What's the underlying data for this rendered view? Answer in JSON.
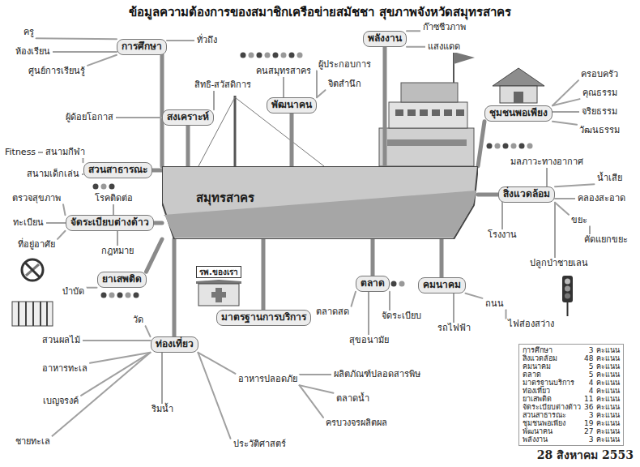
{
  "diagram": {
    "title": "ข้อมูลความต้องการของสมาชิกเครือข่ายสมัชชา สุขภาพจังหวัดสมุทรสาคร",
    "nodes": [
      {
        "text": [
          "สมุทรสาคร"
        ]
      },
      {
        "text": [
          "การศึกษา"
        ]
      },
      {
        "text": [
          "ครู"
        ]
      },
      {
        "text": [
          "ห้องเรียน"
        ]
      },
      {
        "text": [
          "ศูนย์การเรียนรู้"
        ]
      },
      {
        "text": [
          "ทั่วถึง"
        ]
      },
      {
        "text": [
          "สงเคราะห์"
        ]
      },
      {
        "text": [
          "สิทธิ-สวัสดิการ"
        ]
      },
      {
        "text": [
          "ผู้ด้อยโอกาส"
        ]
      },
      {
        "text": [
          "พัฒนาคน"
        ]
      },
      {
        "text": [
          "ผู้ประกอบการ"
        ]
      },
      {
        "text": [
          "จิตสำนึก"
        ]
      },
      {
        "text": [
          "คนสมุทรสาคร"
        ]
      },
      {
        "text": [
          "พลังงาน"
        ]
      },
      {
        "text": [
          "ก๊าซชีวภาพ"
        ]
      },
      {
        "text": [
          "แสงแดด"
        ]
      },
      {
        "text": [
          "ชุมชนพอเพียง"
        ]
      },
      {
        "text": [
          "ครอบครัว"
        ]
      },
      {
        "text": [
          "คุณธรรม"
        ]
      },
      {
        "text": [
          "จริยธรรม"
        ]
      },
      {
        "text": [
          "วัฒนธรรม"
        ]
      },
      {
        "text": [
          "สิ่งแวดล้อม"
        ]
      },
      {
        "text": [
          "มลภาวะทางอากาศ"
        ]
      },
      {
        "text": [
          "น้ำเสีย"
        ]
      },
      {
        "text": [
          "คลองสะอาด"
        ]
      },
      {
        "text": [
          "ขยะ"
        ]
      },
      {
        "text": [
          "คัดแยกขยะ"
        ]
      },
      {
        "text": [
          "ปลูกป่าชายเลน"
        ]
      },
      {
        "text": [
          "โรงงาน"
        ]
      },
      {
        "text": [
          "คมนาคม"
        ]
      },
      {
        "text": [
          "ถนน"
        ]
      },
      {
        "text": [
          "ไฟส่องสว่าง"
        ]
      },
      {
        "text": [
          "รถไฟฟ้า"
        ]
      },
      {
        "text": [
          "ตลาด"
        ]
      },
      {
        "text": [
          "ตลาดสด"
        ]
      },
      {
        "text": [
          "จัดระเบียบ"
        ]
      },
      {
        "text": [
          "สุขอนามัย"
        ]
      },
      {
        "text": [
          "มาตรฐานการบริการ"
        ]
      },
      {
        "text": [
          "รพ.ของเรา"
        ]
      },
      {
        "text": [
          "ท่องเที่ยว"
        ]
      },
      {
        "text": [
          "วัด"
        ]
      },
      {
        "text": [
          "สวนผลไม้"
        ]
      },
      {
        "text": [
          "อาหารทะเล"
        ]
      },
      {
        "text": [
          "เบญจรงค์"
        ]
      },
      {
        "text": [
          "ชายทะเล"
        ]
      },
      {
        "text": [
          "ริมน้ำ"
        ]
      },
      {
        "text": [
          "ประวัติศาสตร์"
        ]
      },
      {
        "text": [
          "อาหารปลอดภัย"
        ]
      },
      {
        "text": [
          "ผลิตภัณฑ์ปลอดสารพิษ"
        ]
      },
      {
        "text": [
          "ตลาดน้ำ"
        ]
      },
      {
        "text": [
          "ครบวงจรผลิตผล"
        ]
      },
      {
        "text": [
          "สวนสาธารณะ"
        ]
      },
      {
        "text": [
          "สนามกีฬา"
        ]
      },
      {
        "text": [
          "สนามเด็กเล่น"
        ]
      },
      {
        "text": [
          "Fitness"
        ]
      },
      {
        "text": [
          "จัดระเบียบต่างด้าว"
        ]
      },
      {
        "text": [
          "ตรวจสุขภาพ"
        ]
      },
      {
        "text": [
          "โรคติดต่อ"
        ]
      },
      {
        "text": [
          "ทะเบียน"
        ]
      },
      {
        "text": [
          "ที่อยู่อาศัย"
        ]
      },
      {
        "text": [
          "กฎหมาย"
        ]
      },
      {
        "text": [
          "ยาเสพติด"
        ]
      },
      {
        "text": [
          "บำบัด"
        ]
      }
    ],
    "edges": [
      {
        "from": 0,
        "to": 1,
        "arrow": "none"
      },
      {
        "from": 1,
        "to": 2,
        "arrow": "none"
      },
      {
        "from": 1,
        "to": 3,
        "arrow": "none"
      },
      {
        "from": 1,
        "to": 4,
        "arrow": "none"
      },
      {
        "from": 1,
        "to": 5,
        "arrow": "none"
      },
      {
        "from": 0,
        "to": 6,
        "arrow": "none"
      },
      {
        "from": 6,
        "to": 7,
        "arrow": "none"
      },
      {
        "from": 6,
        "to": 8,
        "arrow": "none"
      },
      {
        "from": 0,
        "to": 9,
        "arrow": "none"
      },
      {
        "from": 9,
        "to": 10,
        "arrow": "none"
      },
      {
        "from": 9,
        "to": 11,
        "arrow": "none"
      },
      {
        "from": 9,
        "to": 12,
        "arrow": "none"
      },
      {
        "from": 0,
        "to": 13,
        "arrow": "none"
      },
      {
        "from": 13,
        "to": 14,
        "arrow": "none"
      },
      {
        "from": 13,
        "to": 15,
        "arrow": "none"
      },
      {
        "from": 0,
        "to": 16,
        "arrow": "none"
      },
      {
        "from": 16,
        "to": 17,
        "arrow": "none"
      },
      {
        "from": 16,
        "to": 18,
        "arrow": "none"
      },
      {
        "from": 16,
        "to": 19,
        "arrow": "none"
      },
      {
        "from": 16,
        "to": 20,
        "arrow": "none"
      },
      {
        "from": 0,
        "to": 21,
        "arrow": "none"
      },
      {
        "from": 21,
        "to": 22,
        "arrow": "none"
      },
      {
        "from": 21,
        "to": 23,
        "arrow": "none"
      },
      {
        "from": 21,
        "to": 24,
        "arrow": "none"
      },
      {
        "from": 21,
        "to": 25,
        "arrow": "none"
      },
      {
        "from": 25,
        "to": 26,
        "arrow": "none"
      },
      {
        "from": 21,
        "to": 27,
        "arrow": "none"
      },
      {
        "from": 21,
        "to": 28,
        "arrow": "none"
      },
      {
        "from": 0,
        "to": 29,
        "arrow": "none"
      },
      {
        "from": 29,
        "to": 30,
        "arrow": "none"
      },
      {
        "from": 30,
        "to": 31,
        "arrow": "none"
      },
      {
        "from": 29,
        "to": 32,
        "arrow": "none"
      },
      {
        "from": 0,
        "to": 33,
        "arrow": "none"
      },
      {
        "from": 33,
        "to": 34,
        "arrow": "none"
      },
      {
        "from": 33,
        "to": 35,
        "arrow": "none"
      },
      {
        "from": 33,
        "to": 36,
        "arrow": "none"
      },
      {
        "from": 0,
        "to": 37,
        "arrow": "none"
      },
      {
        "from": 0,
        "to": 39,
        "arrow": "none"
      },
      {
        "from": 39,
        "to": 40,
        "arrow": "none"
      },
      {
        "from": 39,
        "to": 41,
        "arrow": "none"
      },
      {
        "from": 39,
        "to": 42,
        "arrow": "none"
      },
      {
        "from": 39,
        "to": 43,
        "arrow": "none"
      },
      {
        "from": 39,
        "to": 44,
        "arrow": "none"
      },
      {
        "from": 39,
        "to": 45,
        "arrow": "none"
      },
      {
        "from": 39,
        "to": 46,
        "arrow": "none"
      },
      {
        "from": 39,
        "to": 47,
        "arrow": "none"
      },
      {
        "from": 47,
        "to": 48,
        "arrow": "none"
      },
      {
        "from": 47,
        "to": 49,
        "arrow": "none"
      },
      {
        "from": 47,
        "to": 50,
        "arrow": "none"
      },
      {
        "from": 0,
        "to": 51,
        "arrow": "none"
      },
      {
        "from": 51,
        "to": 52,
        "arrow": "none"
      },
      {
        "from": 52,
        "to": 54,
        "arrow": "none"
      },
      {
        "from": 51,
        "to": 53,
        "arrow": "none"
      },
      {
        "from": 0,
        "to": 55,
        "arrow": "none"
      },
      {
        "from": 55,
        "to": 56,
        "arrow": "none"
      },
      {
        "from": 55,
        "to": 57,
        "arrow": "none"
      },
      {
        "from": 55,
        "to": 58,
        "arrow": "none"
      },
      {
        "from": 55,
        "to": 59,
        "arrow": "none"
      },
      {
        "from": 55,
        "to": 60,
        "arrow": "none"
      },
      {
        "from": 0,
        "to": 61,
        "arrow": "none"
      },
      {
        "from": 61,
        "to": 62,
        "arrow": "none"
      }
    ],
    "labels": [
      "การศึกษา",
      "3",
      "คะแนน",
      "สิ่งแวดล้อม",
      "48",
      "คะแนน",
      "คมนาคม",
      "5",
      "คะแนน",
      "ตลาด",
      "5",
      "คะแนน",
      "มาตรฐานบริการ",
      "4",
      "คะแนน",
      "ท่องเที่ยว",
      "4",
      "คะแนน",
      "ยาเสพติด",
      "11",
      "คะแนน",
      "จัดระเบียบต่างด้าว",
      "36",
      "คะแนน",
      "สวนสาธารณะ",
      "3",
      "คะแนน",
      "ชุมชนพอเพียง",
      "19",
      "คะแนน",
      "พัฒนาคน",
      "27",
      "คะแนน",
      "พลังงาน",
      "3",
      "คะแนน",
      "28 สิงหาคม 2553"
    ]
  }
}
